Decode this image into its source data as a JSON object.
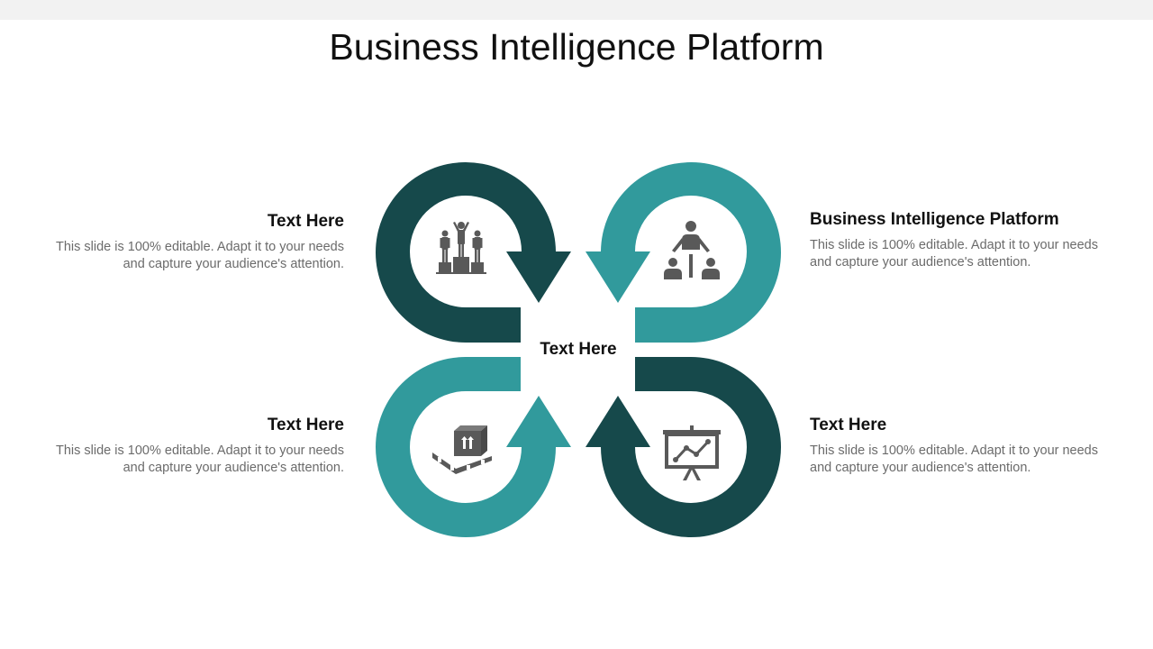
{
  "title": "Business Intelligence Platform",
  "center_label": "Text Here",
  "colors": {
    "dark_teal": "#16494b",
    "light_teal": "#319a9c",
    "icon_gray": "#595959"
  },
  "blocks": {
    "top_left": {
      "heading": "Text Here",
      "body": "This slide is 100% editable. Adapt it to your needs and capture your audience's attention.",
      "icon": "podium-team-icon",
      "color": "dark_teal"
    },
    "top_right": {
      "heading": "Business Intelligence Platform",
      "body": "This slide is 100% editable. Adapt it to your needs and capture your audience's attention.",
      "icon": "hierarchy-people-icon",
      "color": "light_teal"
    },
    "bottom_left": {
      "heading": "Text Here",
      "body": "This slide is 100% editable. Adapt it to your needs and capture your audience's attention.",
      "icon": "package-pallet-icon",
      "color": "light_teal"
    },
    "bottom_right": {
      "heading": "Text Here",
      "body": "This slide is 100% editable. Adapt it to your needs and capture your audience's attention.",
      "icon": "presentation-chart-icon",
      "color": "dark_teal"
    }
  }
}
